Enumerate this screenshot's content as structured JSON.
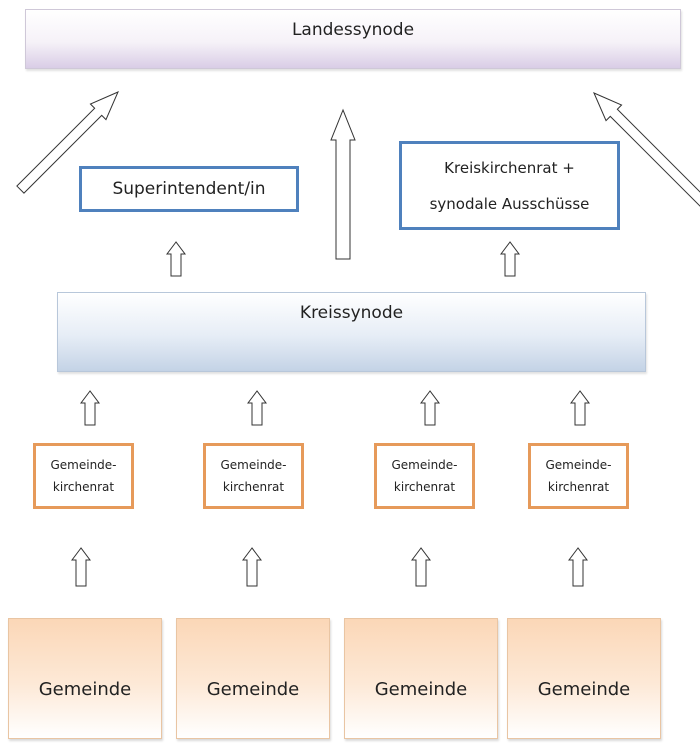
{
  "diagram": {
    "landessynode": "Landessynode",
    "superintendent": "Superintendent/in",
    "kreiskirchenrat": {
      "line1": "Kreiskirchenrat +",
      "line2": "synodale Ausschüsse"
    },
    "kreissynode": "Kreissynode",
    "gemeindekirchenrat": [
      {
        "line1": "Gemeinde-",
        "line2": "kirchenrat"
      },
      {
        "line1": "Gemeinde-",
        "line2": "kirchenrat"
      },
      {
        "line1": "Gemeinde-",
        "line2": "kirchenrat"
      },
      {
        "line1": "Gemeinde-",
        "line2": "kirchenrat"
      }
    ],
    "gemeinde": [
      "Gemeinde",
      "Gemeinde",
      "Gemeinde",
      "Gemeinde"
    ],
    "colors": {
      "blue_border": "#4f81bd",
      "orange_border": "#e69a5a",
      "arrow_stroke": "#333333"
    }
  }
}
